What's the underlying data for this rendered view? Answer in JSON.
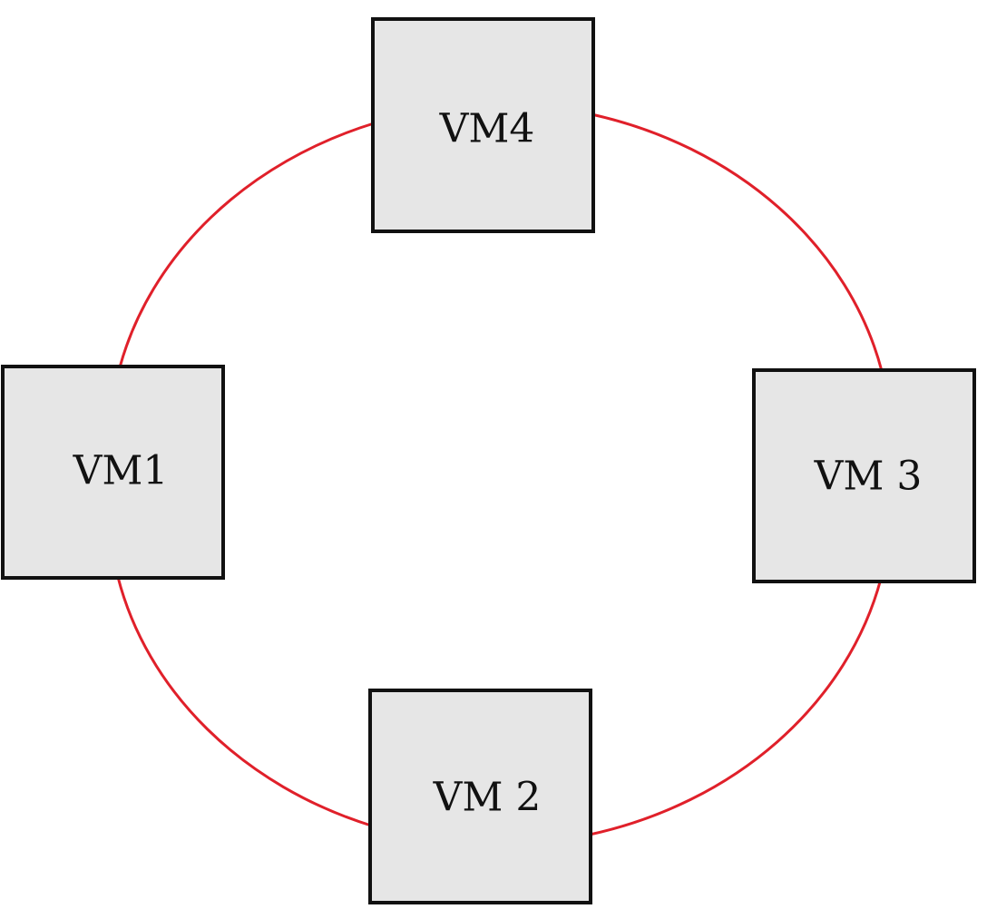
{
  "colors": {
    "link": "#e0202a",
    "node_fill": "#e6e6e6",
    "node_border": "#111111"
  },
  "nodes": [
    {
      "id": "vm1",
      "label": "VM1"
    },
    {
      "id": "vm2",
      "label": "VM 2"
    },
    {
      "id": "vm3",
      "label": "VM 3"
    },
    {
      "id": "vm4",
      "label": "VM4"
    }
  ],
  "links": [
    {
      "from": "vm1",
      "to": "vm4"
    },
    {
      "from": "vm4",
      "to": "vm3"
    },
    {
      "from": "vm3",
      "to": "vm2"
    },
    {
      "from": "vm2",
      "to": "vm1"
    }
  ]
}
